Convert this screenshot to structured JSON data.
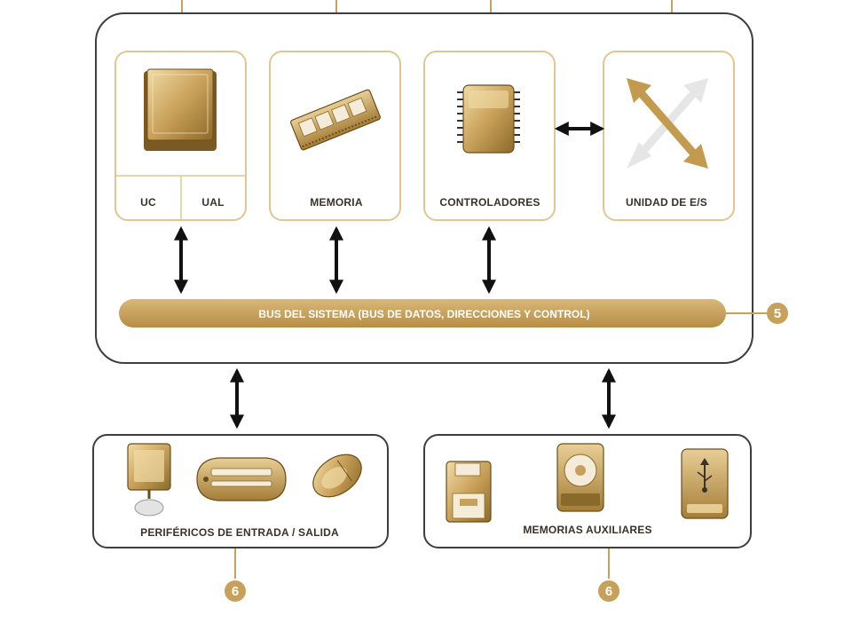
{
  "colors": {
    "gold": "#c7a05a",
    "gold_dark": "#8a6a2a",
    "gold_light": "#e9d19a",
    "frame": "#3e3e3e",
    "card_border": "#e2c690",
    "arrow": "#111111"
  },
  "cpu_box": {
    "labels": [
      "UC",
      "UAL"
    ],
    "icon": "cpu-chip-icon"
  },
  "memory_box": {
    "label": "MEMORIA",
    "icon": "ram-module-icon"
  },
  "controllers_box": {
    "label": "CONTROLADORES",
    "icon": "controller-chip-icon"
  },
  "io_unit_box": {
    "label": "UNIDAD DE E/S",
    "icon": "io-arrows-icon"
  },
  "bus": {
    "label": "BUS DEL SISTEMA (BUS DE DATOS, DIRECCIONES Y CONTROL)",
    "badge": "5"
  },
  "peripherals": {
    "label": "PERIFÉRICOS DE ENTRADA / SALIDA",
    "badge": "6",
    "icons": [
      "monitor-icon",
      "scanner-icon",
      "mouse-icon"
    ]
  },
  "aux_memory": {
    "label": "MEMORIAS AUXILIARES",
    "badge": "6",
    "icons": [
      "floppy-disk-icon",
      "hard-drive-icon",
      "usb-drive-icon"
    ]
  }
}
